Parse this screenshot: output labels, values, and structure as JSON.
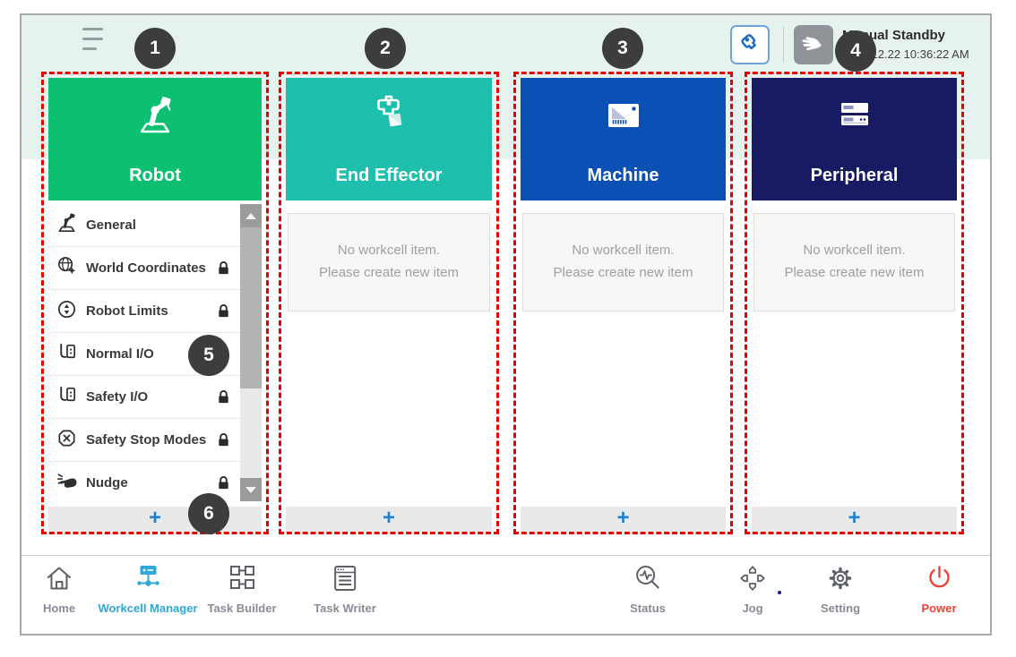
{
  "header": {
    "status_title": "Manual Standby",
    "status_time": "2022.12.22 10:36:22 AM"
  },
  "badges": [
    "1",
    "2",
    "3",
    "4",
    "5",
    "6"
  ],
  "columns": [
    {
      "title": "Robot",
      "color": "#0dbf70",
      "icon": "robot-arm-icon"
    },
    {
      "title": "End Effector",
      "color": "#1fbfad",
      "icon": "gripper-icon"
    },
    {
      "title": "Machine",
      "color": "#0b50b5",
      "icon": "machine-icon"
    },
    {
      "title": "Peripheral",
      "color": "#181b63",
      "icon": "server-stack-icon"
    }
  ],
  "robot_menu": [
    {
      "label": "General",
      "locked": false
    },
    {
      "label": "World Coordinates",
      "locked": true
    },
    {
      "label": "Robot Limits",
      "locked": true
    },
    {
      "label": "Normal I/O",
      "locked": false
    },
    {
      "label": "Safety I/O",
      "locked": true
    },
    {
      "label": "Safety Stop Modes",
      "locked": true
    },
    {
      "label": "Nudge",
      "locked": true
    }
  ],
  "empty_state": {
    "line1": "No workcell item.",
    "line2": "Please create new item"
  },
  "add_label": "+",
  "nav": [
    {
      "label": "Home",
      "active": false
    },
    {
      "label": "Workcell Manager",
      "active": true
    },
    {
      "label": "Task Builder",
      "active": false
    },
    {
      "label": "Task Writer",
      "active": false
    },
    {
      "label": "Status",
      "active": false
    },
    {
      "label": "Jog",
      "active": false
    },
    {
      "label": "Setting",
      "active": false
    },
    {
      "label": "Power",
      "active": false
    }
  ],
  "colors": {
    "nav_active": "#2fa9d8",
    "power_red": "#ef4136",
    "annotation_red": "#e60000",
    "add_blue": "#1e83d3",
    "topband_mint": "#e6f2ee"
  }
}
